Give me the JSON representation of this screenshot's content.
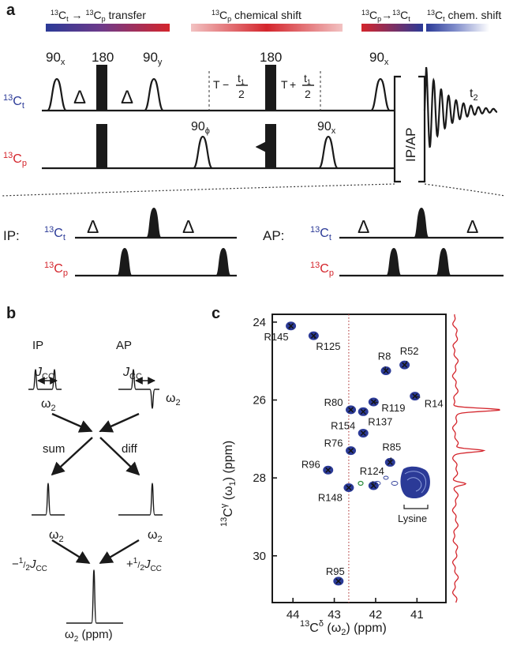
{
  "panel_a": {
    "label": "a",
    "bar_labels": {
      "transfer_a": "13",
      "transfer_b": "C",
      "transfer_c": "t",
      "transfer_d": "13",
      "transfer_e": "C",
      "transfer_f": "p",
      "transfer_g": " transfer",
      "shift_a": "13",
      "shift_b": "C",
      "shift_c": "p",
      "shift_d": " chemical shift",
      "back_a": "13",
      "back_b": "C",
      "back_c": "p",
      "back_d": "13",
      "back_e": "C",
      "back_f": "t",
      "chem_a": "13",
      "chem_b": "C",
      "chem_c": "t",
      "chem_d": " chem. shift"
    },
    "colors": {
      "blue": "#2b3a97",
      "red": "#d4252c",
      "light_red": "#e58a8a"
    },
    "pulses": {
      "p1": "90",
      "p1s": "x",
      "p2": "180",
      "p3": "90",
      "p3s": "y",
      "p4": "180",
      "p5": "90",
      "p5s": "x",
      "p6": "90",
      "p6s": "ϕ",
      "p7": "90",
      "p7s": "x"
    },
    "delays": {
      "d1": "Δ",
      "d2": "Δ",
      "T": "T",
      "minus": "−",
      "plus": "+",
      "t1": "t",
      "t1s": "1",
      "two": "2"
    },
    "channels": {
      "ct_sup": "13",
      "ct": "C",
      "ct_sub": "t",
      "cp_sup": "13",
      "cp": "C",
      "cp_sub": "p"
    },
    "ipap": "IP/AP",
    "t2": "t",
    "t2s": "2",
    "ip_label": "IP:",
    "ap_label": "AP:"
  },
  "panel_b": {
    "label": "b",
    "ip": "IP",
    "ap": "AP",
    "j": "J",
    "jsub": "CC",
    "omega": "ω",
    "osub": "2",
    "sum": "sum",
    "diff": "diff",
    "minus_half": "−",
    "plus_half": "+",
    "half_num": "1",
    "half_den": "2",
    "omega_ppm": " (ppm)"
  },
  "panel_c": {
    "label": "c",
    "y_title_sup": "13",
    "y_title_c": "C",
    "y_title_gamma": "γ",
    "y_title_rest": " (ω",
    "y_title_sub": "1",
    "y_title_end": ") (ppm)",
    "x_title_sup": "13",
    "x_title_c": "C",
    "x_title_delta": "δ",
    "x_title_rest": " (ω",
    "x_title_sub": "2",
    "x_title_end": ") (ppm)",
    "lysine": "Lysine",
    "peak_color": "#2b3a97",
    "trace_color": "#d4252c"
  },
  "chart_data": {
    "type": "scatter",
    "xlabel": "13Cδ (ω2) (ppm)",
    "ylabel": "13Cγ (ω1) (ppm)",
    "xlim": [
      44.5,
      40.3
    ],
    "ylim": [
      23.8,
      31.2
    ],
    "x_reversed": true,
    "y_reversed": true,
    "x_ticks": [
      44,
      43,
      42,
      41
    ],
    "y_ticks": [
      24,
      26,
      28,
      30
    ],
    "reference_line_x": 42.65,
    "series": [
      {
        "points": [
          {
            "label": "R145",
            "x": 44.05,
            "y": 24.1
          },
          {
            "label": "R125",
            "x": 43.5,
            "y": 24.35
          },
          {
            "label": "R8",
            "x": 41.75,
            "y": 25.25
          },
          {
            "label": "R52",
            "x": 41.3,
            "y": 25.1
          },
          {
            "label": "R14",
            "x": 41.05,
            "y": 25.9
          },
          {
            "label": "R80",
            "x": 42.6,
            "y": 26.25
          },
          {
            "label": "R119",
            "x": 42.05,
            "y": 26.05
          },
          {
            "label": "R137",
            "x": 42.3,
            "y": 26.3
          },
          {
            "label": "R154",
            "x": 42.3,
            "y": 26.85
          },
          {
            "label": "R76",
            "x": 42.6,
            "y": 27.3
          },
          {
            "label": "R85",
            "x": 41.65,
            "y": 27.6
          },
          {
            "label": "R96",
            "x": 43.15,
            "y": 27.8
          },
          {
            "label": "R124",
            "x": 42.05,
            "y": 28.2
          },
          {
            "label": "R148",
            "x": 42.65,
            "y": 28.25
          },
          {
            "label": "R95",
            "x": 42.9,
            "y": 30.65
          }
        ]
      }
    ],
    "trace_peaks_ppm": [
      26.25,
      27.3,
      28.15
    ]
  }
}
